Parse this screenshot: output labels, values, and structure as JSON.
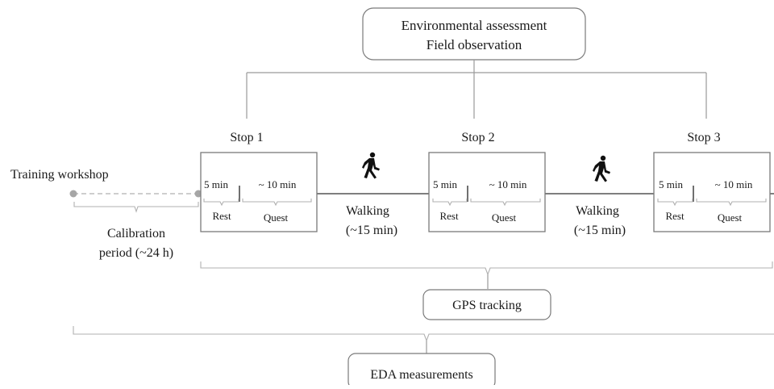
{
  "top_box": {
    "line1": "Environmental assessment",
    "line2": "Field observation"
  },
  "stops": [
    {
      "label": "Stop 1",
      "rest_time": "5 min",
      "quest_time": "~ 10 min",
      "rest_label": "Rest",
      "quest_label": "Quest"
    },
    {
      "label": "Stop 2",
      "rest_time": "5 min",
      "quest_time": "~ 10 min",
      "rest_label": "Rest",
      "quest_label": "Quest"
    },
    {
      "label": "Stop 3",
      "rest_time": "5 min",
      "quest_time": "~ 10 min",
      "rest_label": "Rest",
      "quest_label": "Quest"
    }
  ],
  "walking": [
    {
      "line1": "Walking",
      "line2": "(~15 min)",
      "icon": "walking-person-icon"
    },
    {
      "line1": "Walking",
      "line2": "(~15 min)",
      "icon": "walking-person-icon"
    }
  ],
  "training": {
    "label": "Training workshop"
  },
  "calibration": {
    "line1": "Calibration",
    "line2": "period (~24 h)"
  },
  "gps": {
    "label": "GPS tracking"
  },
  "eda": {
    "label": "EDA measurements"
  }
}
